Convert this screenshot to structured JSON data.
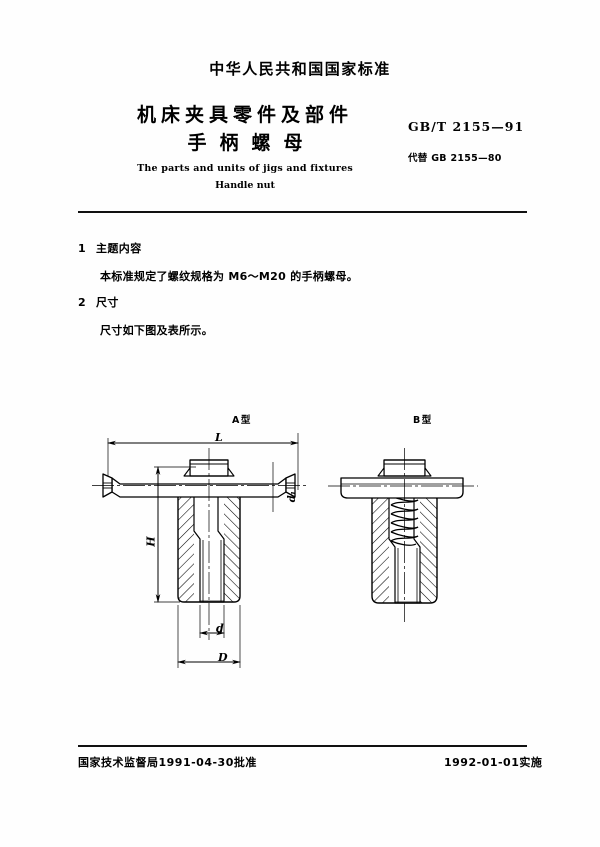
{
  "header": {
    "national_standard": "中华人民共和国国家标准",
    "title_line1": "机床夹具零件及部件",
    "title_line2": "手柄螺母",
    "standard_number": "GB/T 2155—91",
    "replaces": "代替 GB 2155—80",
    "english_title_line1": "The parts and units of jigs and fixtures",
    "english_title_line2": "Handle nut"
  },
  "sections": [
    {
      "number": "1",
      "heading": "主题内容",
      "body": "本标准规定了螺纹规格为 M6～M20 的手柄螺母。"
    },
    {
      "number": "2",
      "heading": "尺寸",
      "body": "尺寸如下图及表所示。"
    }
  ],
  "figure": {
    "type_a_label": "A型",
    "type_b_label": "B型",
    "dimensions": {
      "L": "L",
      "H": "H",
      "d": "d",
      "D": "D",
      "d1": "d₁"
    }
  },
  "footer": {
    "left": "国家技术监督局1991-04-30批准",
    "right": "1992-01-01实施"
  }
}
